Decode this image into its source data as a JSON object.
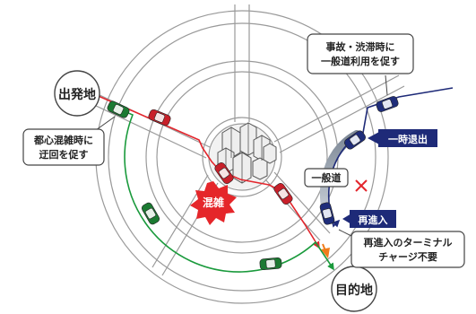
{
  "labels": {
    "origin": "出発地",
    "destination": "目的地",
    "congestion": "混雑",
    "detour_line1": "都心混雑時に",
    "detour_line2": "迂回を促す",
    "accident_line1": "事故・渋滞時に",
    "accident_line2": "一般道利用を促す",
    "temp_exit": "一時退出",
    "general_road": "一般道",
    "reentry": "再進入",
    "terminal_line1": "再進入のターミナル",
    "terminal_line2": "チャージ不要"
  },
  "colors": {
    "route_red": "#e3262d",
    "route_green": "#1a9a3c",
    "route_blue": "#1e2a78",
    "route_orange": "#f07c1a",
    "car_red": "#c8202a",
    "car_green": "#1b7a32",
    "car_blue": "#1f2d7a",
    "badge_red": "#e5262a",
    "road_line": "#9a9a9a"
  }
}
